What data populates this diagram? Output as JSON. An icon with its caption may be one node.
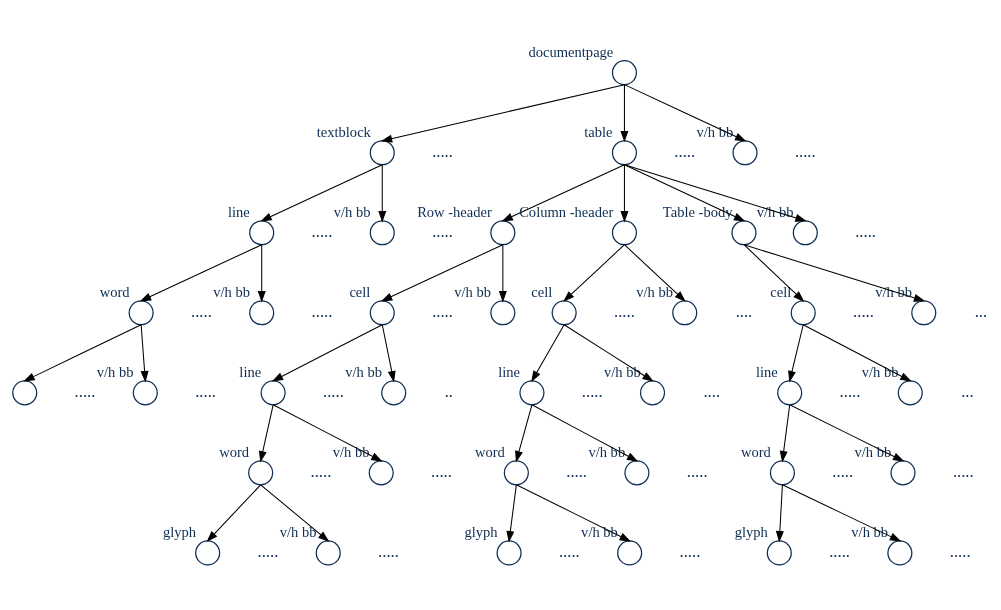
{
  "diagram": {
    "nodes": [
      {
        "text": [
          "documentpage"
        ]
      },
      {
        "text": [
          "textblock"
        ],
        "beside": [
          "....."
        ]
      },
      {
        "text": [
          "table"
        ],
        "beside": [
          "....."
        ]
      },
      {
        "text": [
          "v/h bb"
        ],
        "beside": [
          "....."
        ]
      },
      {
        "text": [
          "line"
        ],
        "beside": [
          "....."
        ]
      },
      {
        "text": [
          "v/h bb"
        ],
        "beside": [
          "....."
        ]
      },
      {
        "text": [
          "word"
        ],
        "beside": [
          "....."
        ]
      },
      {
        "text": [
          "v/h bb"
        ],
        "beside": [
          "....."
        ]
      },
      {
        "text": [],
        "shape": "circle",
        "beside": [
          "....."
        ]
      },
      {
        "text": [
          "v/h bb"
        ],
        "beside": [
          "....."
        ]
      },
      {
        "text": [
          "Row -header"
        ]
      },
      {
        "text": [
          "Column -header"
        ]
      },
      {
        "text": [
          "Table -body"
        ]
      },
      {
        "text": [
          "v/h bb"
        ],
        "beside": [
          "....."
        ]
      },
      {
        "text": [
          "cell"
        ],
        "beside": [
          "....."
        ]
      },
      {
        "text": [
          "v/h bb"
        ]
      },
      {
        "text": [
          "line"
        ],
        "beside": [
          "....."
        ]
      },
      {
        "text": [
          "v/h bb"
        ],
        "beside": [
          ".."
        ]
      },
      {
        "text": [
          "word"
        ],
        "beside": [
          "....."
        ]
      },
      {
        "text": [
          "v/h bb"
        ],
        "beside": [
          "....."
        ]
      },
      {
        "text": [
          "glyph"
        ],
        "beside": [
          "....."
        ]
      },
      {
        "text": [
          "v/h bb"
        ],
        "beside": [
          "....."
        ]
      },
      {
        "text": [
          "cell"
        ],
        "beside": [
          "....."
        ]
      },
      {
        "text": [
          "v/h bb"
        ],
        "beside": [
          "...."
        ]
      },
      {
        "text": [
          "line"
        ],
        "beside": [
          "....."
        ]
      },
      {
        "text": [
          "v/h bb"
        ],
        "beside": [
          "...."
        ]
      },
      {
        "text": [
          "word"
        ],
        "beside": [
          "....."
        ]
      },
      {
        "text": [
          "v/h bb"
        ],
        "beside": [
          "....."
        ]
      },
      {
        "text": [
          "glyph"
        ],
        "beside": [
          "....."
        ]
      },
      {
        "text": [
          "v/h bb"
        ],
        "beside": [
          "....."
        ]
      },
      {
        "text": [
          "cell"
        ],
        "beside": [
          "....."
        ]
      },
      {
        "text": [
          "v/h bb"
        ],
        "beside": [
          "..."
        ]
      },
      {
        "text": [
          "line"
        ],
        "beside": [
          "....."
        ]
      },
      {
        "text": [
          "v/h bb"
        ],
        "beside": [
          "..."
        ]
      },
      {
        "text": [
          "word"
        ],
        "beside": [
          "....."
        ]
      },
      {
        "text": [
          "v/h bb"
        ],
        "beside": [
          "....."
        ]
      },
      {
        "text": [
          "glyph"
        ],
        "beside": [
          "....."
        ]
      },
      {
        "text": [
          "v/h bb"
        ],
        "beside": [
          "....."
        ]
      }
    ],
    "edges": [
      {
        "from": 0,
        "to": 1,
        "arrow": "to"
      },
      {
        "from": 0,
        "to": 2,
        "arrow": "to"
      },
      {
        "from": 0,
        "to": 3,
        "arrow": "to"
      },
      {
        "from": 1,
        "to": 4,
        "arrow": "to"
      },
      {
        "from": 1,
        "to": 5,
        "arrow": "to"
      },
      {
        "from": 4,
        "to": 6,
        "arrow": "to"
      },
      {
        "from": 4,
        "to": 7,
        "arrow": "to"
      },
      {
        "from": 6,
        "to": 8,
        "arrow": "to"
      },
      {
        "from": 6,
        "to": 9,
        "arrow": "to"
      },
      {
        "from": 2,
        "to": 10,
        "arrow": "to"
      },
      {
        "from": 2,
        "to": 11,
        "arrow": "to"
      },
      {
        "from": 2,
        "to": 12,
        "arrow": "to"
      },
      {
        "from": 2,
        "to": 13,
        "arrow": "to"
      },
      {
        "from": 10,
        "to": 14,
        "arrow": "to"
      },
      {
        "from": 10,
        "to": 15,
        "arrow": "to"
      },
      {
        "from": 14,
        "to": 16,
        "arrow": "to"
      },
      {
        "from": 14,
        "to": 17,
        "arrow": "to"
      },
      {
        "from": 16,
        "to": 18,
        "arrow": "to"
      },
      {
        "from": 16,
        "to": 19,
        "arrow": "to"
      },
      {
        "from": 18,
        "to": 20,
        "arrow": "to"
      },
      {
        "from": 18,
        "to": 21,
        "arrow": "to"
      },
      {
        "from": 11,
        "to": 22,
        "arrow": "to"
      },
      {
        "from": 11,
        "to": 23,
        "arrow": "to"
      },
      {
        "from": 22,
        "to": 24,
        "arrow": "to"
      },
      {
        "from": 22,
        "to": 25,
        "arrow": "to"
      },
      {
        "from": 24,
        "to": 26,
        "arrow": "to"
      },
      {
        "from": 24,
        "to": 27,
        "arrow": "to"
      },
      {
        "from": 26,
        "to": 28,
        "arrow": "to"
      },
      {
        "from": 26,
        "to": 29,
        "arrow": "to"
      },
      {
        "from": 12,
        "to": 30,
        "arrow": "to"
      },
      {
        "from": 12,
        "to": 31,
        "arrow": "to"
      },
      {
        "from": 30,
        "to": 32,
        "arrow": "to"
      },
      {
        "from": 30,
        "to": 33,
        "arrow": "to"
      },
      {
        "from": 32,
        "to": 34,
        "arrow": "to"
      },
      {
        "from": 32,
        "to": 35,
        "arrow": "to"
      },
      {
        "from": 34,
        "to": 36,
        "arrow": "to"
      },
      {
        "from": 34,
        "to": 37,
        "arrow": "to"
      }
    ]
  }
}
